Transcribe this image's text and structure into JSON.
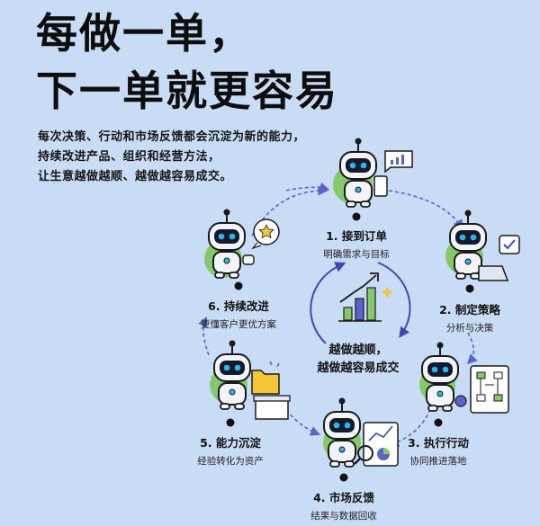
{
  "title": {
    "line1": "每做一单，",
    "line2": "下一单就更容易"
  },
  "subtitle": [
    "每次决策、行动和市场反馈都会沉淀为新的能力，",
    "持续改进产品、组织和经营方法，",
    "让生意越做越顺、越做越容易成交。"
  ],
  "center": {
    "line1": "越做越顺，",
    "line2": "越做越容易成交"
  },
  "steps": [
    {
      "title": "1. 接到订单",
      "desc": "明确需求与目标"
    },
    {
      "title": "2. 制定策略",
      "desc": "分析与决策"
    },
    {
      "title": "3. 执行行动",
      "desc": "协同推进落地"
    },
    {
      "title": "4. 市场反馈",
      "desc": "结果与数据回收"
    },
    {
      "title": "5. 能力沉淀",
      "desc": "经验转化为资产"
    },
    {
      "title": "6. 持续改进",
      "desc": "更懂客户更优方案"
    }
  ],
  "colors": {
    "background": "#c9dcf6",
    "accent_green": "#86c96a",
    "arrow": "#5a63c8",
    "robot_eye": "#27b8f0"
  }
}
